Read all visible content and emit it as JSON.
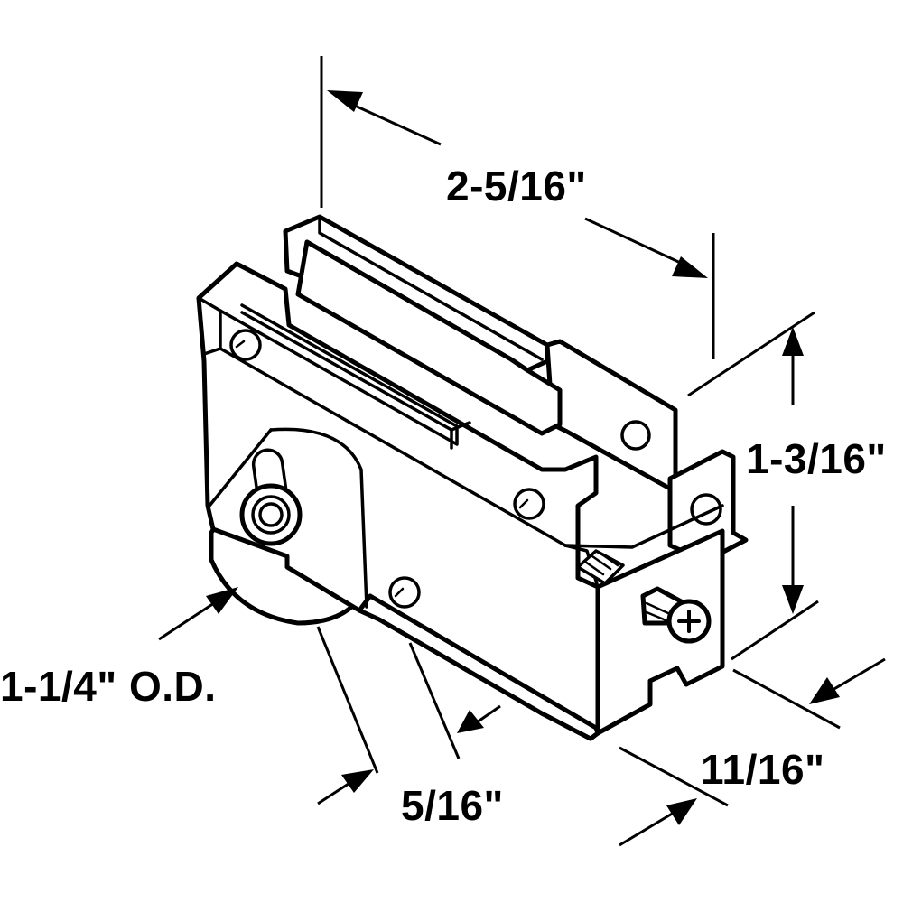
{
  "diagram": {
    "dimensions": {
      "length": "2-5/16\"",
      "height": "1-3/16\"",
      "wheel_diameter": "1-1/4\" O.D.",
      "wheel_width": "5/16\"",
      "depth": "11/16\""
    },
    "colors": {
      "line": "#000000",
      "fill": "#ffffff"
    }
  }
}
